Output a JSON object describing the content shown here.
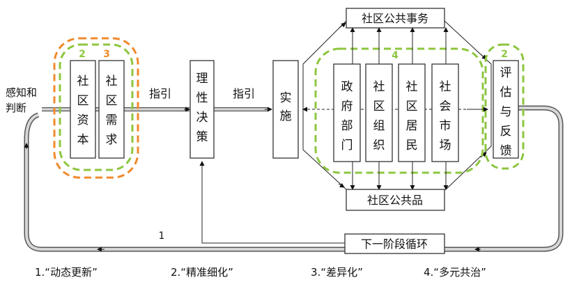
{
  "left_label": [
    "感知和",
    "判断"
  ],
  "boxes": {
    "capital": "社区资本",
    "demand": "社区需求",
    "decision": "理性决策",
    "implement": "实施",
    "evaluate": "评估与反馈",
    "gov": "政府部门",
    "org": "社区组织",
    "resident": "社区居民",
    "market": "社会市场"
  },
  "top_box": "社区公共事务",
  "bottom_box": "社区公共品",
  "next_stage": "下一阶段循环",
  "guide_1": "指引",
  "guide_2": "指引",
  "markers": {
    "orange_3": "3",
    "green_2_left": "2",
    "green_4": "4",
    "green_2_right": "2",
    "loop_1": "1"
  },
  "features": [
    "1.“动态更新”",
    "2.“精准细化”",
    "3.“差异化”",
    "4.“多元共治”"
  ],
  "colors": {
    "orange": "#f0892b",
    "green": "#8dc63f",
    "loop_fill": "#d7d7d7",
    "loop_stroke": "#555555"
  }
}
